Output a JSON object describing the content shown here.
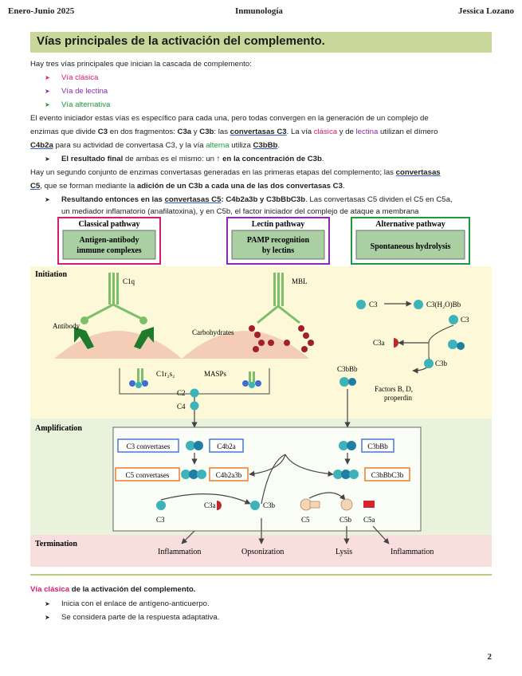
{
  "header": {
    "left": "Enero-Junio 2025",
    "center": "Inmunología",
    "right": "Jessica Lozano"
  },
  "section_title": "Vías principales de la activación del complemento.",
  "intro": "Hay tres vías principales que inician la cascada de complemento:",
  "pathways_list": [
    "Vía clásica",
    "Vía de lectina",
    "Vía alternativa"
  ],
  "para1": {
    "l1": "El evento iniciador estas vías es específico para cada una, pero todas convergen en la generación de un complejo de",
    "l2a": "enzimas que divide ",
    "l2b": "C3",
    "l2c": " en dos fragmentos: ",
    "l2d": "C3a",
    "l2e": " y ",
    "l2f": "C3b",
    "l2g": ": las ",
    "l2h": "convertasas C3",
    "l2i": ". La vía ",
    "l2j": "clásica",
    "l2k": " y de ",
    "l2l": "lectina",
    "l2m": " utilizan el dímero",
    "l3a": "C4b2a",
    "l3b": " para su actividad de convertasa C3, y la vía ",
    "l3c": "alterna",
    "l3d": " utiliza ",
    "l3e": "C3bBb",
    "l3f": "."
  },
  "bullet1": {
    "a": "El resultado final",
    "b": " de ambas es el mismo: un ",
    "c": "↑",
    "d": " en la concentración de C3b",
    "e": "."
  },
  "para2": {
    "l1a": "Hay un segundo conjunto de enzimas convertasas generadas en las primeras etapas del complemento; las ",
    "l1b": "convertasas",
    "l2a": "C5",
    "l2b": ", que se forman mediante la ",
    "l2c": "adición de un C3b a cada una de las dos convertasas C3",
    "l2d": "."
  },
  "bullet2": {
    "a": "Resultando entonces en las ",
    "b": "convertasas C5",
    "c": ": C4b2a3b y C3bBbC3b",
    "d": ". Las convertasas C5 dividen el C5 en C5a,",
    "l2": "un mediador inflamatorio (anafilatoxina), y en C5b, el factor iniciador del complejo de ataque a membrana"
  },
  "figure": {
    "pathways": [
      {
        "title": "Classical pathway",
        "trigger_l1": "Antigen-antibody",
        "trigger_l2": "immune complexes",
        "color": "#d81b72"
      },
      {
        "title": "Lectin pathway",
        "trigger_l1": "PAMP recognition",
        "trigger_l2": "by lectins",
        "color": "#8a2bb0"
      },
      {
        "title": "Alternative pathway",
        "trigger_l1": "Spontaneous hydrolysis",
        "trigger_l2": "",
        "color": "#1e9a3a"
      }
    ],
    "stages": {
      "initiation": "Initiation",
      "amplification": "Amplification",
      "termination": "Termination"
    },
    "labels": {
      "c1q": "C1q",
      "mbl": "MBL",
      "antibody": "Antibody",
      "carbohydrates": "Carbohydrates",
      "c1r2s2": "C1r₂s₂",
      "masps": "MASPs",
      "c2": "C2",
      "c4": "C4",
      "c3": "C3",
      "c3h2obb": "C3(H₂O)Bb",
      "c3_right": "C3",
      "c3a_top": "C3a",
      "c3b_top": "C3b",
      "c3bbb_top": "C3bBb",
      "factors_l1": "Factors B, D,",
      "factors_l2": "properdin",
      "c3conv": "C3 convertases",
      "c4b2a": "C4b2a",
      "c3bbb": "C3bBb",
      "c5conv": "C5 convertases",
      "c4b2a3b": "C4b2a3b",
      "c3bbbc3b": "C3bBbC3b",
      "c3_bottom": "C3",
      "c3a_bottom": "C3a",
      "c3b_bottom": "C3b",
      "c5": "C5",
      "c5b": "C5b",
      "c5a": "C5a",
      "inflammation1": "Inflammation",
      "opsonization": "Opsonization",
      "lysis": "Lysis",
      "inflammation2": "Inflammation"
    }
  },
  "classic_section": {
    "title_a": "Vía clásica",
    "title_b": " de la activación del complemento.",
    "items": [
      "Inicia con el enlace de antígeno-anticuerpo.",
      "Se considera parte de la respuesta adaptativa."
    ]
  },
  "page_number": "2",
  "colors": {
    "pink": "#d81b72",
    "purple": "#8a2bb0",
    "green": "#1e9a3a",
    "orange": "#e8731c",
    "blue": "#3d6fd0",
    "teal": "#3bb3b8"
  }
}
